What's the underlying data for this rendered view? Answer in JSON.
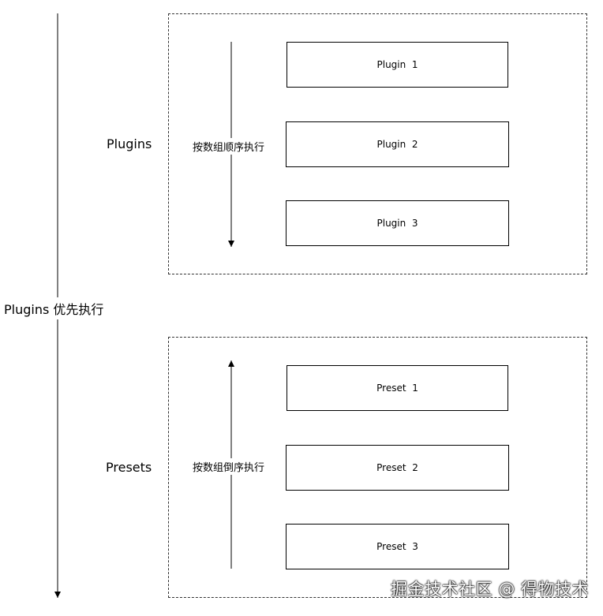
{
  "main_label": "Plugins 优先执行",
  "plugins_group": {
    "label": "Plugins",
    "order_label": "按数组顺序执行",
    "items": [
      "Plugin  1",
      "Plugin  2",
      "Plugin  3"
    ]
  },
  "presets_group": {
    "label": "Presets",
    "order_label": "按数组倒序执行",
    "items": [
      "Preset  1",
      "Preset  2",
      "Preset  3"
    ]
  },
  "watermark": "掘金技术社区 @ 得物技术"
}
